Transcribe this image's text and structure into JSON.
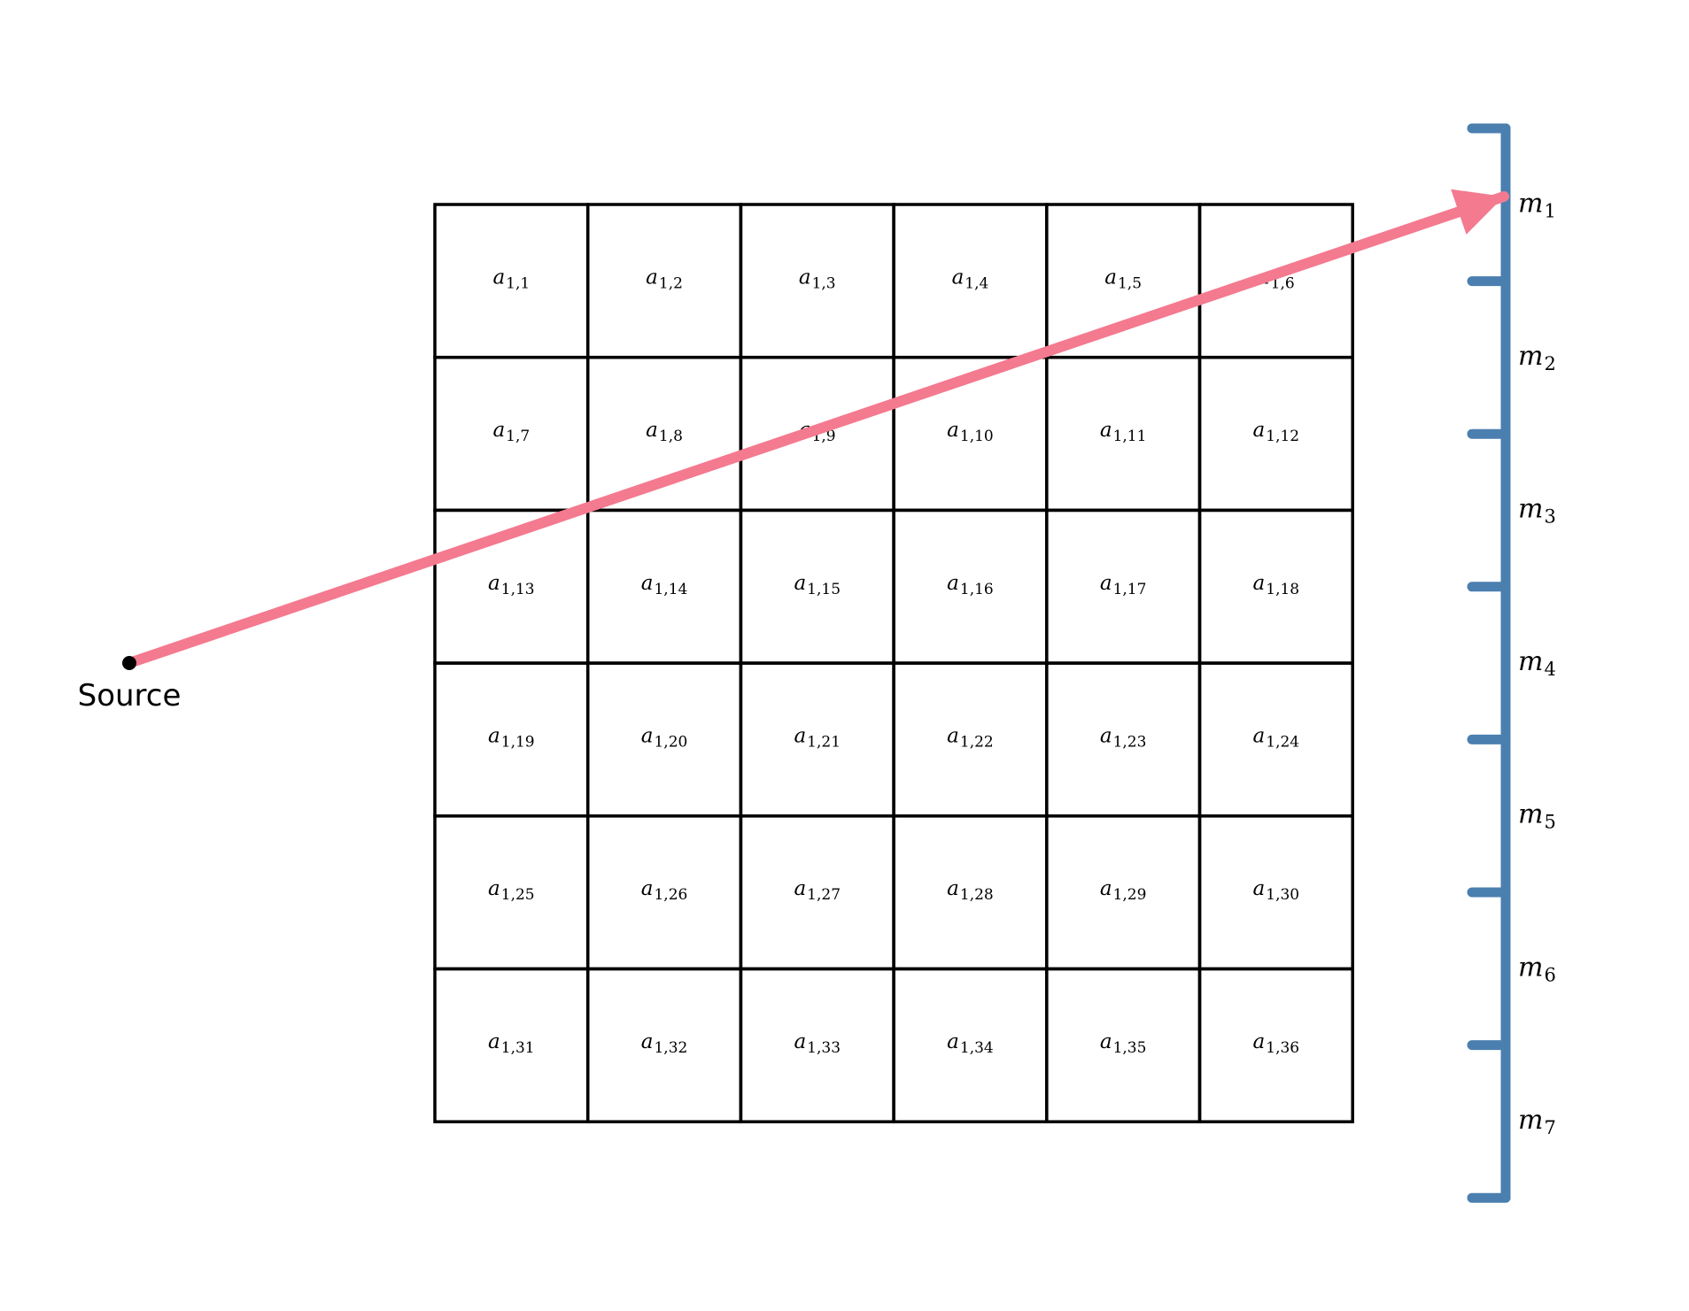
{
  "source": {
    "label": "Source"
  },
  "grid": {
    "rows": 6,
    "cols": 6,
    "cells": [
      {
        "base": "a",
        "sub": "1,1"
      },
      {
        "base": "a",
        "sub": "1,2"
      },
      {
        "base": "a",
        "sub": "1,3"
      },
      {
        "base": "a",
        "sub": "1,4"
      },
      {
        "base": "a",
        "sub": "1,5"
      },
      {
        "base": "a",
        "sub": "1,6"
      },
      {
        "base": "a",
        "sub": "1,7"
      },
      {
        "base": "a",
        "sub": "1,8"
      },
      {
        "base": "a",
        "sub": "1,9"
      },
      {
        "base": "a",
        "sub": "1,10"
      },
      {
        "base": "a",
        "sub": "1,11"
      },
      {
        "base": "a",
        "sub": "1,12"
      },
      {
        "base": "a",
        "sub": "1,13"
      },
      {
        "base": "a",
        "sub": "1,14"
      },
      {
        "base": "a",
        "sub": "1,15"
      },
      {
        "base": "a",
        "sub": "1,16"
      },
      {
        "base": "a",
        "sub": "1,17"
      },
      {
        "base": "a",
        "sub": "1,18"
      },
      {
        "base": "a",
        "sub": "1,19"
      },
      {
        "base": "a",
        "sub": "1,20"
      },
      {
        "base": "a",
        "sub": "1,21"
      },
      {
        "base": "a",
        "sub": "1,22"
      },
      {
        "base": "a",
        "sub": "1,23"
      },
      {
        "base": "a",
        "sub": "1,24"
      },
      {
        "base": "a",
        "sub": "1,25"
      },
      {
        "base": "a",
        "sub": "1,26"
      },
      {
        "base": "a",
        "sub": "1,27"
      },
      {
        "base": "a",
        "sub": "1,28"
      },
      {
        "base": "a",
        "sub": "1,29"
      },
      {
        "base": "a",
        "sub": "1,30"
      },
      {
        "base": "a",
        "sub": "1,31"
      },
      {
        "base": "a",
        "sub": "1,32"
      },
      {
        "base": "a",
        "sub": "1,33"
      },
      {
        "base": "a",
        "sub": "1,34"
      },
      {
        "base": "a",
        "sub": "1,35"
      },
      {
        "base": "a",
        "sub": "1,36"
      }
    ]
  },
  "detector": {
    "segments": [
      {
        "base": "m",
        "sub": "1"
      },
      {
        "base": "m",
        "sub": "2"
      },
      {
        "base": "m",
        "sub": "3"
      },
      {
        "base": "m",
        "sub": "4"
      },
      {
        "base": "m",
        "sub": "5"
      },
      {
        "base": "m",
        "sub": "6"
      },
      {
        "base": "m",
        "sub": "7"
      }
    ]
  },
  "colors": {
    "ray": "#F47A8F",
    "detector": "#4A7FB0",
    "grid_line": "#000000",
    "source_point": "#000000"
  }
}
